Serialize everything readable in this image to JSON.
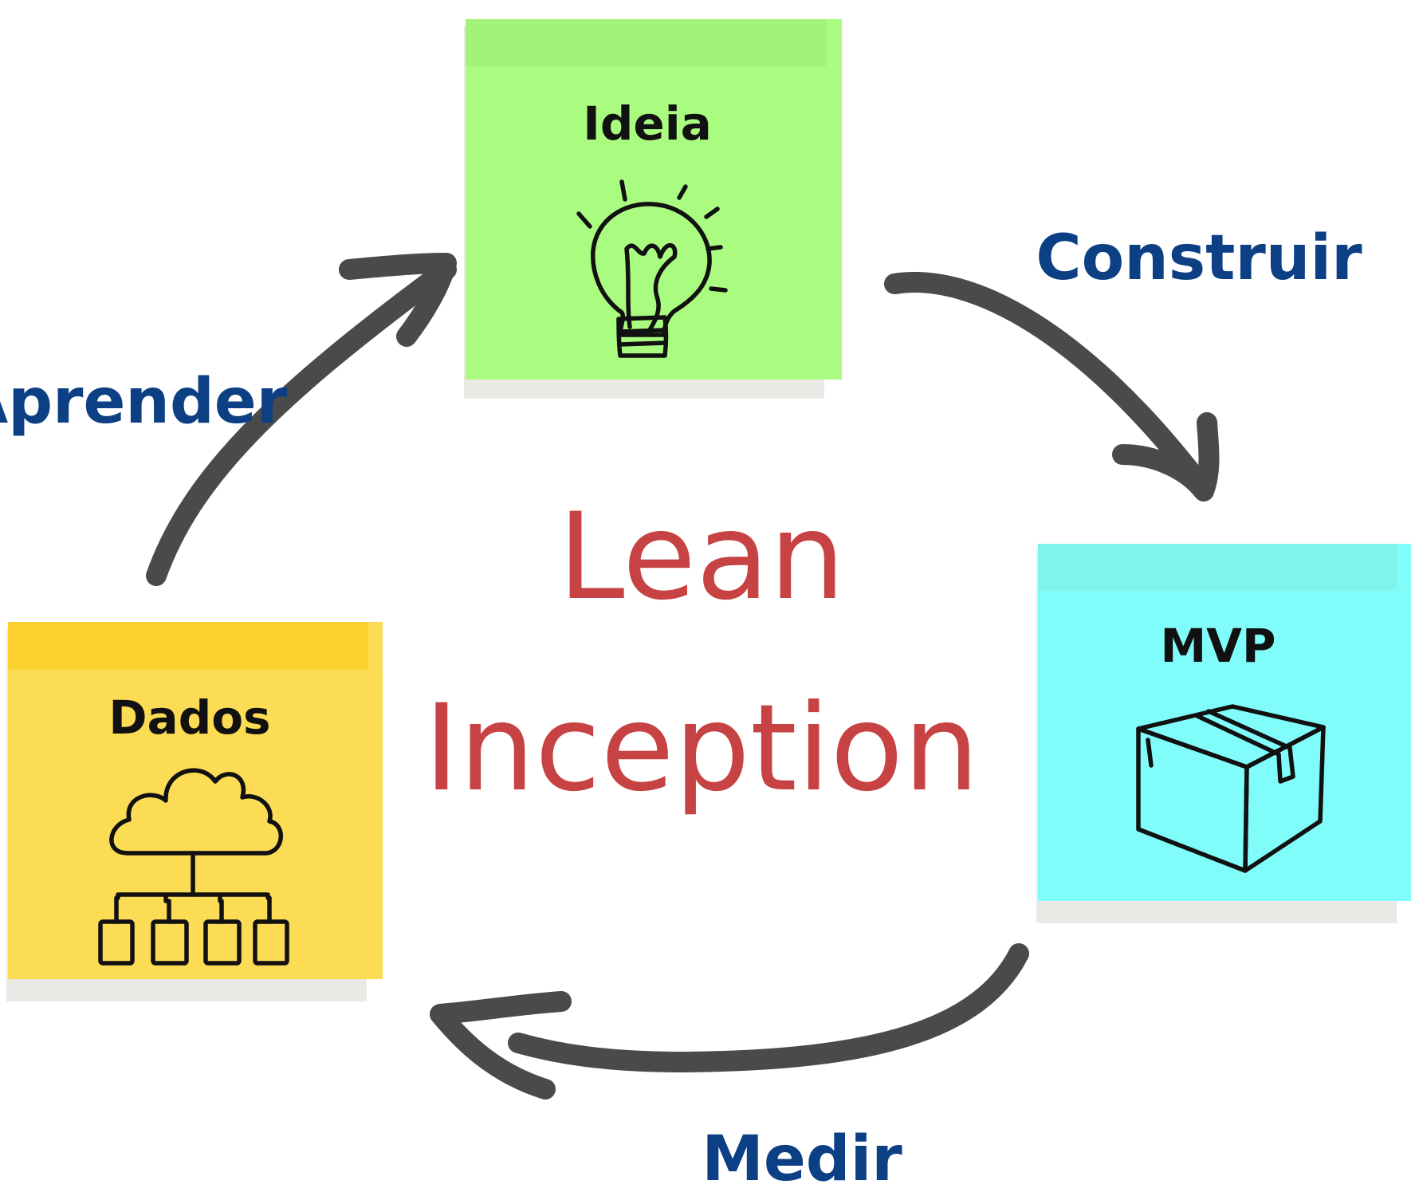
{
  "title": {
    "line1": "Lean",
    "line2": "Inception"
  },
  "notes": {
    "ideia": {
      "label": "Ideia",
      "icon": "lightbulb-icon",
      "color": "#a9fc80",
      "band_color": "#a2f37a"
    },
    "mvp": {
      "label": "MVP",
      "icon": "box-icon",
      "color": "#80fdfb",
      "band_color": "#7ef4ec"
    },
    "dados": {
      "label": "Dados",
      "icon": "cloud-network-icon",
      "color": "#fcdb55",
      "band_color": "#fbd22f"
    }
  },
  "steps": {
    "construir": "Construir",
    "medir": "Medir",
    "aprender": "Aprender"
  },
  "colors": {
    "title": "#c64243",
    "step_text": "#0d3f84",
    "arrow": "#4a4a4a",
    "note_shadow": "#ebe9e6"
  }
}
